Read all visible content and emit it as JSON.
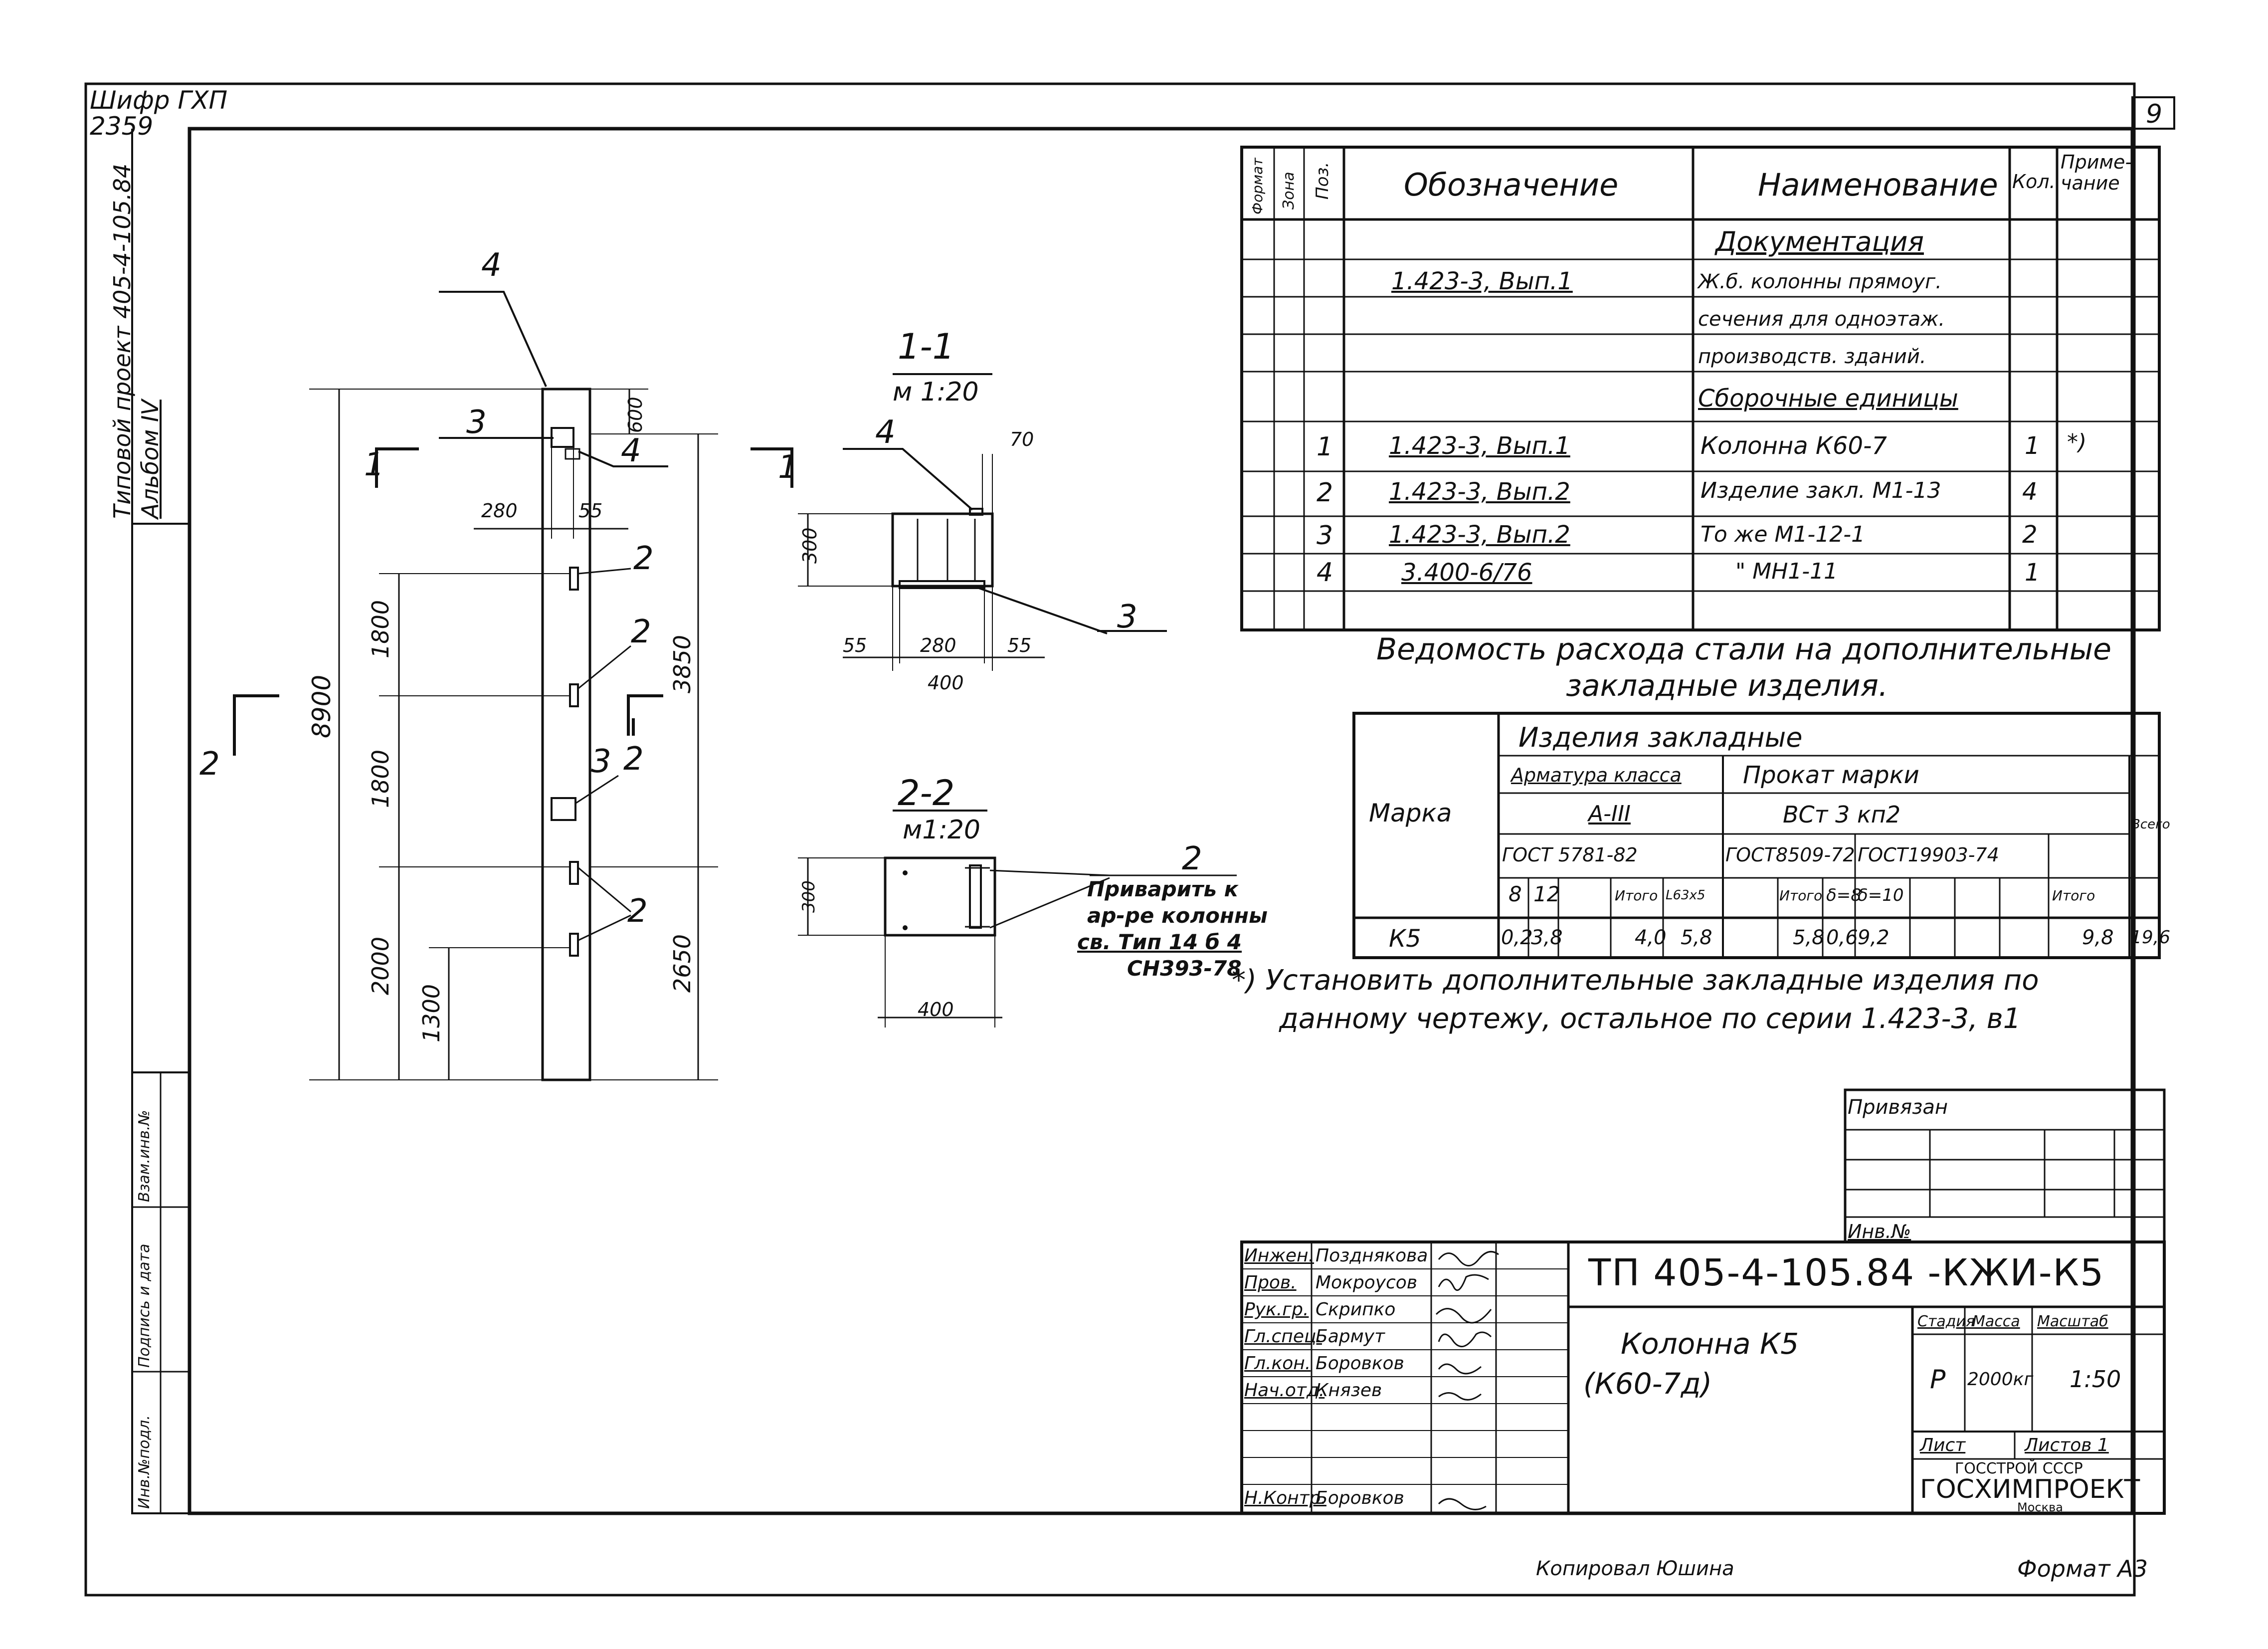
{
  "margin": {
    "shifr": "Шифр ГХП",
    "shifr_num": "2359",
    "project": "Типовой проект 405-4-105.84",
    "album": "Альбом IV",
    "sheet_number": "9",
    "stamp_cols": [
      "Инв.№подл.",
      "Подпись и дата",
      "Взам.инв.№"
    ]
  },
  "elevation": {
    "marks": {
      "m1": "1",
      "m2": "2",
      "m3": "3",
      "m4": "4"
    },
    "dims": {
      "d8900": "8900",
      "d3850": "3850",
      "d2650": "2650",
      "d1800a": "1800",
      "d1800b": "1800",
      "d2000": "2000",
      "d1300": "1300",
      "d600": "600",
      "d280": "280",
      "d55": "55"
    }
  },
  "section11": {
    "title": "1-1",
    "scale": "м 1:20",
    "d70": "70",
    "d300": "300",
    "d55a": "55",
    "d280": "280",
    "d55b": "55",
    "d400": "400"
  },
  "section22": {
    "title": "2-2",
    "scale": "м1:20",
    "d300": "300",
    "d400": "400"
  },
  "weld_note": {
    "l1": "Приварить к",
    "l2": "ар-ре колонны",
    "l3": "св. Тип 14 б 4",
    "l4": "СН393-78"
  },
  "spec": {
    "headers": {
      "format": "Формат",
      "zone": "Зона",
      "pos": "Поз.",
      "designation": "Обозначение",
      "name": "Наименование",
      "qty": "Кол.",
      "note": "Приме-чание"
    },
    "rows": [
      {
        "pos": "",
        "designation": "",
        "name": "Документация",
        "qty": "",
        "note": ""
      },
      {
        "pos": "",
        "designation": "1.423-3, Вып.1",
        "name": "Ж.б. колонны прямоуг.",
        "qty": "",
        "note": ""
      },
      {
        "pos": "",
        "designation": "",
        "name": "сечения для одноэтаж.",
        "qty": "",
        "note": ""
      },
      {
        "pos": "",
        "designation": "",
        "name": "производств. зданий.",
        "qty": "",
        "note": ""
      },
      {
        "pos": "",
        "designation": "",
        "name": "Сборочные единицы",
        "qty": "",
        "note": ""
      },
      {
        "pos": "1",
        "designation": "1.423-3, Вып.1",
        "name": "Колонна К60-7",
        "qty": "1",
        "note": "*)"
      },
      {
        "pos": "2",
        "designation": "1.423-3, Вып.2",
        "name": "Изделие закл. М1-13",
        "qty": "4",
        "note": ""
      },
      {
        "pos": "3",
        "designation": "1.423-3, Вып.2",
        "name": "То же М1-12-1",
        "qty": "2",
        "note": ""
      },
      {
        "pos": "4",
        "designation": "3.400-6/76",
        "name": "\" МН1-11",
        "qty": "1",
        "note": ""
      }
    ]
  },
  "steel": {
    "title1": "Ведомость расхода стали на дополнительные",
    "title2": "закладные изделия.",
    "h_marka": "Марка",
    "h_items": "Изделия закладные",
    "h_armatura": "Арматура класса",
    "h_prokat": "Прокат марки",
    "h_aiii": "А-III",
    "h_vst": "ВСт 3 кп2",
    "h_vsego": "Всего",
    "h_gost1": "ГОСТ 5781-82",
    "h_gost2": "ГОСТ8509-72",
    "h_gost3": "ГОСТ19903-74",
    "sub": [
      "8",
      "12",
      "",
      "Итого",
      "L63х5",
      "",
      "Итого",
      "δ=8",
      "δ=10",
      "",
      "Итого"
    ],
    "row": {
      "mark": "К5",
      "vals": [
        "0,2",
        "3,8",
        "",
        "4,0",
        "5,8",
        "",
        "5,8",
        "0,6",
        "9,2",
        "",
        "9,8",
        "19,6"
      ]
    }
  },
  "footnote": {
    "l1": "*) Установить дополнительные закладные изделия по",
    "l2": "данному чертежу, остальное по серии 1.423-3, в1"
  },
  "privyazan": {
    "label": "Привязан",
    "inv": "Инв.№"
  },
  "title_block": {
    "roles": [
      "Инжен.",
      "Пров.",
      "Рук.гр.",
      "Гл.спец.",
      "Гл.кон.",
      "Нач.отд.",
      "",
      "",
      "",
      "Н.Контр."
    ],
    "names": [
      "Позднякова",
      "Мокроусов",
      "Скрипко",
      "Бармут",
      "Боровков",
      "Князев",
      "",
      "",
      "",
      "Боровков"
    ],
    "code": "ТП 405-4-105.84 -КЖИ-К5",
    "name_l1": "Колонна К5",
    "name_l2": "(К60-7д)",
    "stage_h": "Стадия",
    "mass_h": "Масса",
    "scale_h": "Масштаб",
    "stage": "Р",
    "mass": "2000кг",
    "scale": "1:50",
    "sheet": "Лист",
    "sheets": "Листов 1",
    "org1": "ГОССТРОЙ СССР",
    "org2": "ГОСХИМПРОЕКТ",
    "city": "Москва"
  },
  "bottom": {
    "copied": "Копировал Юшина",
    "format": "Формат А3"
  }
}
